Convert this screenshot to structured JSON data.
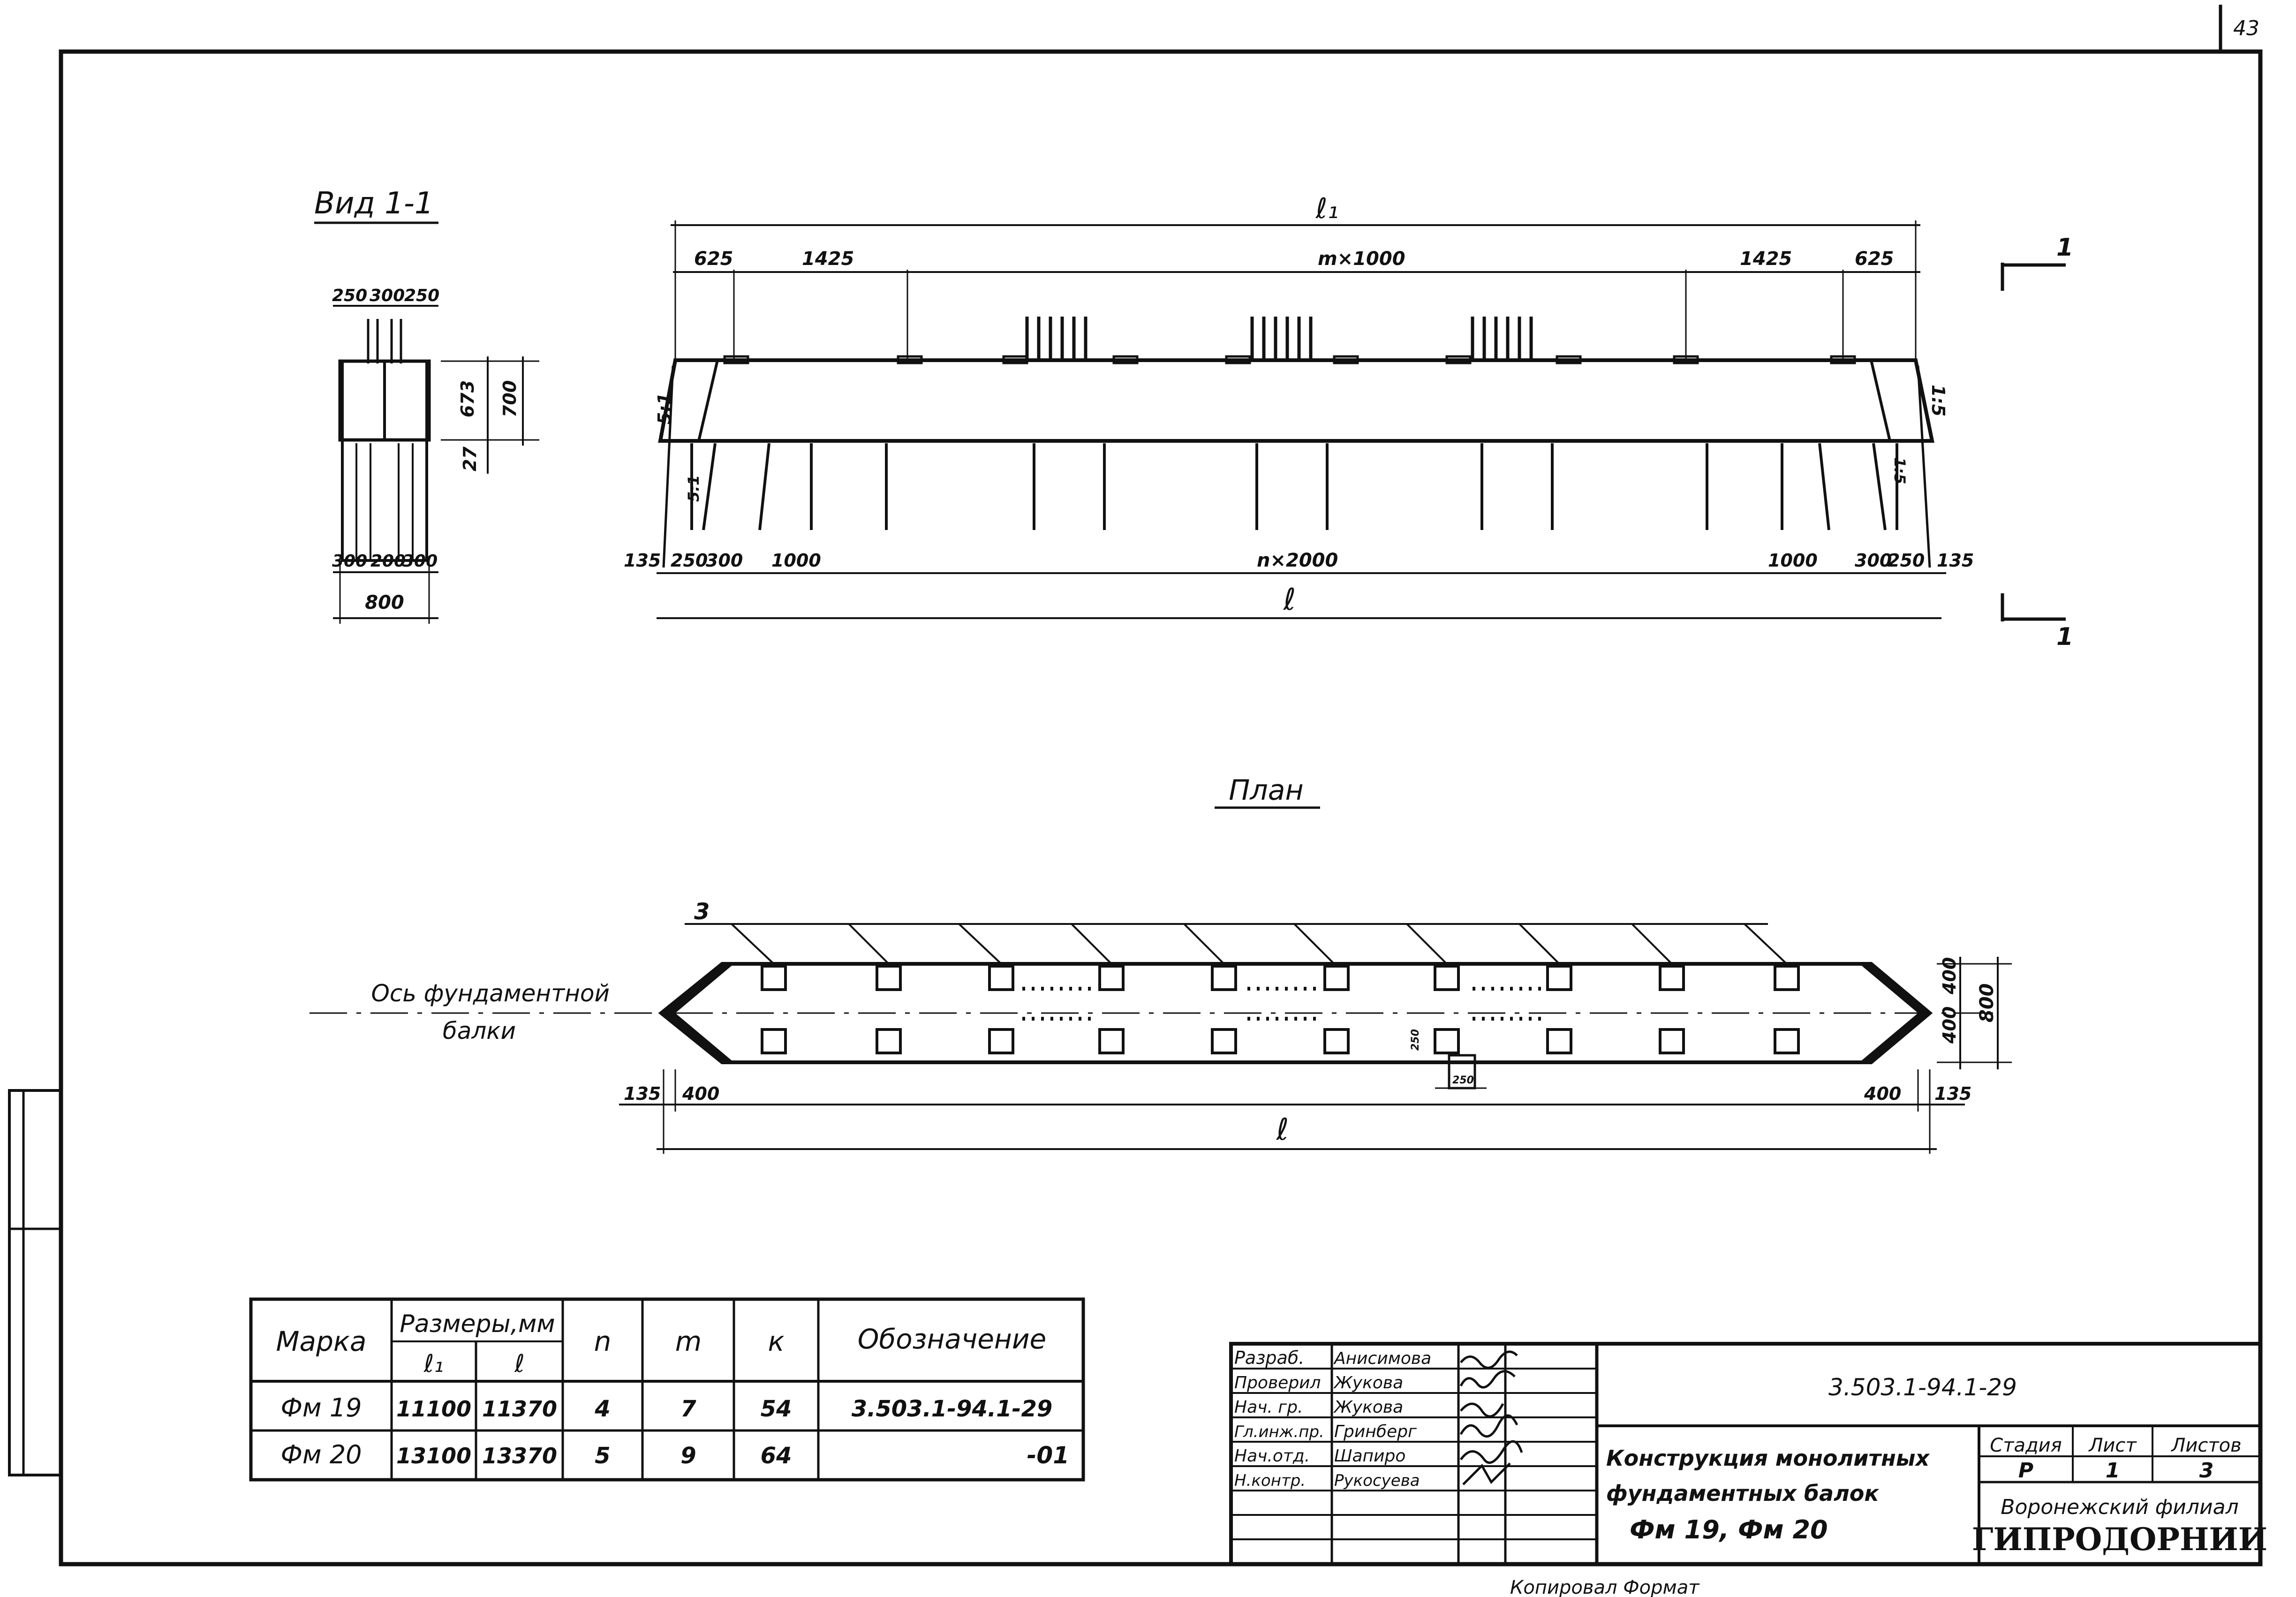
{
  "page_number": "43",
  "section_view": {
    "title": "Вид 1-1",
    "top_dims": [
      "250",
      "300",
      "250"
    ],
    "right_dims": [
      "673",
      "700",
      "27"
    ],
    "bottom_dims": [
      "300",
      "200",
      "300"
    ],
    "width": "800"
  },
  "elevation": {
    "l1_label": "ℓ₁",
    "l_label": "ℓ",
    "top_dims": [
      "625",
      "1425",
      "m×1000",
      "1425",
      "625"
    ],
    "slope_left": "5:1",
    "slope_left_low": "5:1",
    "slope_right": "1:5",
    "slope_right_low": "1:5",
    "bottom_dims": [
      "135",
      "250",
      "300",
      "1000",
      "n×2000",
      "1000",
      "300",
      "250",
      "135"
    ],
    "section_mark": "1"
  },
  "plan": {
    "title": "План",
    "callout": "3",
    "axis_label_line1": "Ось фундаментной",
    "axis_label_line2": "балки",
    "dims_right": [
      "400",
      "400",
      "800"
    ],
    "dims_bottom": [
      "135",
      "400",
      "400",
      "135"
    ],
    "small_dims": [
      "250",
      "250"
    ],
    "l_label": "ℓ"
  },
  "table": {
    "headers": {
      "mark": "Марка",
      "sizes": "Размеры,мм",
      "l1": "ℓ₁",
      "l": "ℓ",
      "n": "n",
      "m": "m",
      "k": "к",
      "designation": "Обозначение"
    },
    "rows": [
      {
        "mark": "Фм 19",
        "l1": "11100",
        "l": "11370",
        "n": "4",
        "m": "7",
        "k": "54",
        "designation": "3.503.1-94.1-29"
      },
      {
        "mark": "Фм 20",
        "l1": "13100",
        "l": "13370",
        "n": "5",
        "m": "9",
        "k": "64",
        "designation": "-01"
      }
    ]
  },
  "title_block": {
    "doc_code": "3.503.1-94.1-29",
    "roles": [
      {
        "role": "Разраб.",
        "name": "Анисимова"
      },
      {
        "role": "Проверил",
        "name": "Жукова"
      },
      {
        "role": "Нач. гр.",
        "name": "Жукова"
      },
      {
        "role": "Гл.инж.пр.",
        "name": "Гринберг"
      },
      {
        "role": "Нач.отд.",
        "name": "Шапиро"
      },
      {
        "role": "Н.контр.",
        "name": "Рукосуева"
      }
    ],
    "name_line1": "Конструкция монолитных",
    "name_line2": "фундаментных балок",
    "name_line3": "Фм 19,    Фм 20",
    "stage_header": "Стадия",
    "sheet_header": "Лист",
    "sheets_header": "Листов",
    "stage": "Р",
    "sheet": "1",
    "sheets": "3",
    "org_line1": "Воронежский филиал",
    "org_line2": "ГИПРОДОРНИИ"
  },
  "footer_note": "Копировал   Формат"
}
